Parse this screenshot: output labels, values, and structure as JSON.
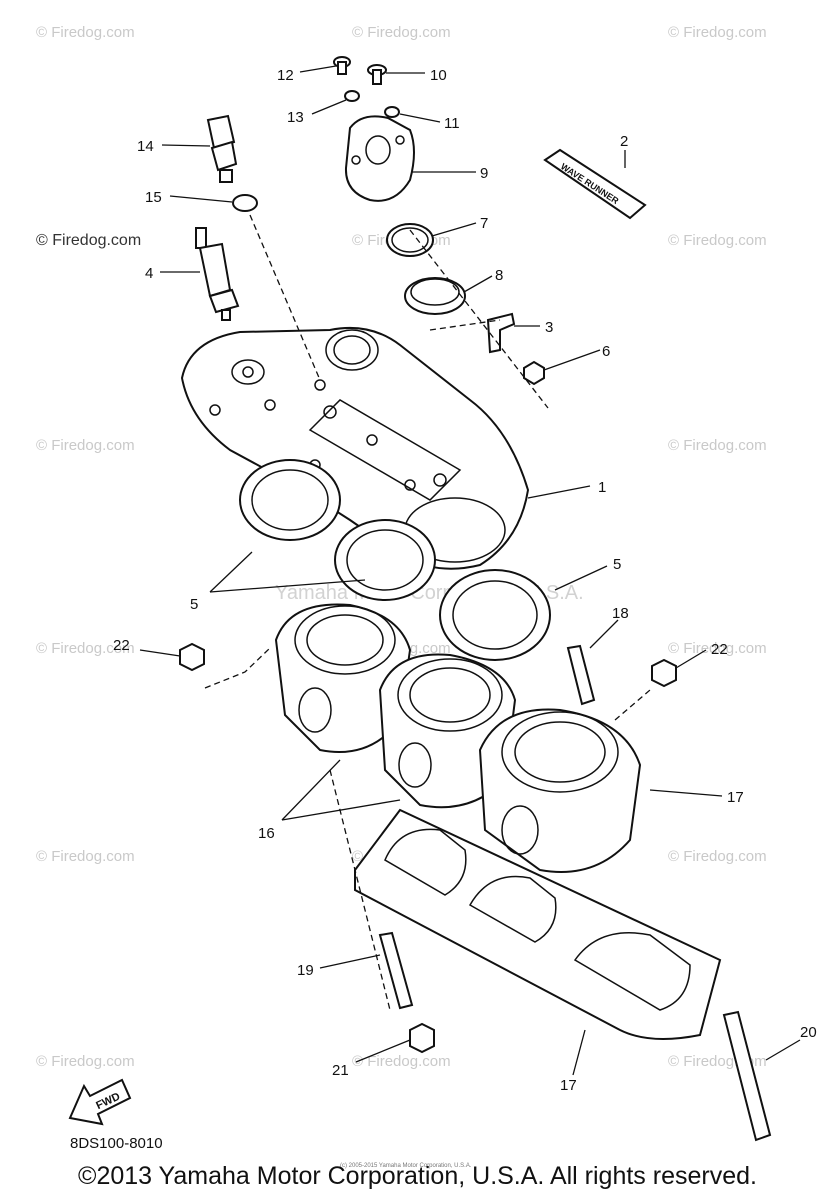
{
  "watermark": "© Firedog.com",
  "watermark_center": "Yamaha Motor Corporation, U.S.A.",
  "diagram_code": "8DS100-8010",
  "copyright": "©2013 Yamaha Motor Corporation, U.S.A. All rights reserved.",
  "fine_print": "(c) 2005-2015 Yamaha Motor Corporation, U.S.A.",
  "fwd_label": "FWD",
  "decal_text": "WAVE RUNNER",
  "callouts": {
    "c1": "1",
    "c2": "2",
    "c3": "3",
    "c4": "4",
    "c5a": "5",
    "c5b": "5",
    "c6": "6",
    "c7": "7",
    "c8": "8",
    "c9": "9",
    "c10": "10",
    "c11": "11",
    "c12": "12",
    "c13": "13",
    "c14": "14",
    "c15": "15",
    "c16": "16",
    "c17a": "17",
    "c17b": "17",
    "c18": "18",
    "c19": "19",
    "c20": "20",
    "c21": "21",
    "c22a": "22",
    "c22b": "22"
  }
}
